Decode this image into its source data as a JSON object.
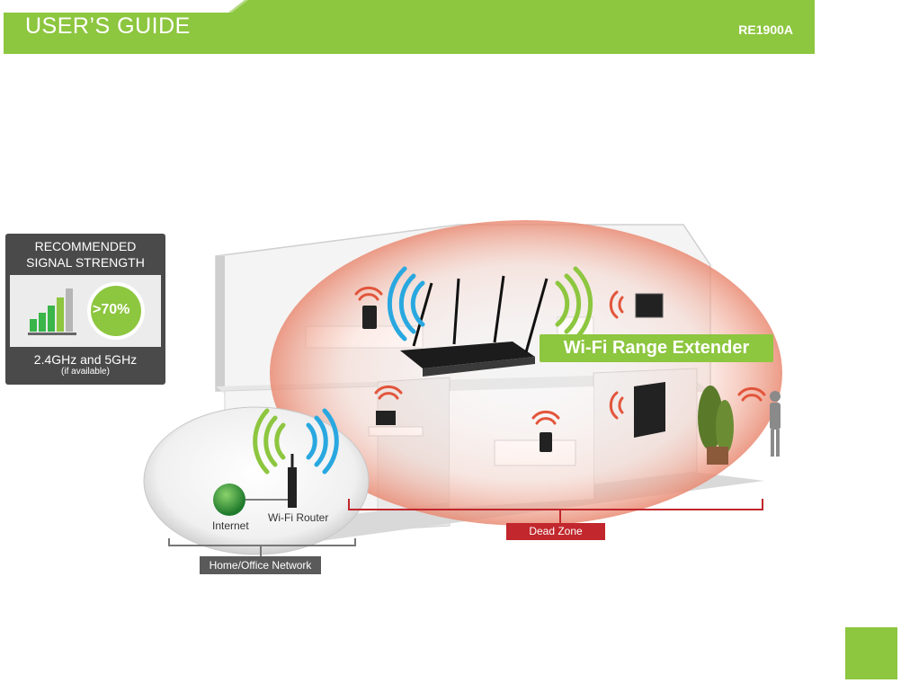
{
  "header": {
    "title": "USER’S GUIDE",
    "model": "RE1900A",
    "color": "#8dc63f"
  },
  "signal_panel": {
    "title_line1": "RECOMMENDED",
    "title_line2": "SIGNAL STRENGTH",
    "badge": ">70%",
    "frequency": "2.4GHz and 5GHz",
    "note": "(if available)"
  },
  "diagram": {
    "extender_label": "Wi-Fi Range Extender",
    "internet_label": "Internet",
    "router_label": "Wi-Fi Router",
    "dead_zone_label": "Dead Zone",
    "network_label": "Home/Office Network",
    "colors": {
      "accent_green": "#8dc63f",
      "signal_blue": "#29a8e0",
      "signal_red": "#e2553b",
      "dead_zone_red": "#c1272d"
    }
  }
}
